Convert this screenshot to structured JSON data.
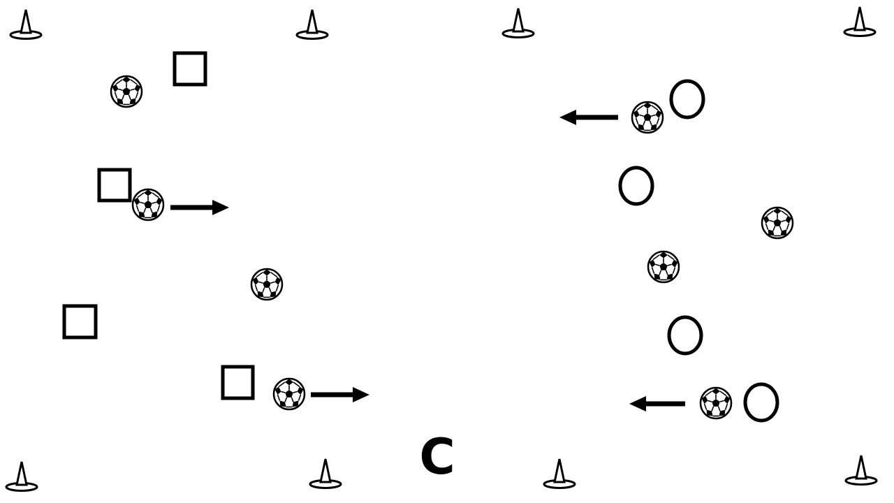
{
  "diagram": {
    "coach_label": "C",
    "colors": {
      "stroke": "#000000",
      "background": "#ffffff"
    },
    "icons": {
      "cone": "cone-icon",
      "ball": "soccer-ball-icon",
      "team_a_player": "square-player-icon",
      "team_b_player": "circle-player-icon",
      "arrow": "arrow-icon"
    },
    "counts": {
      "cones": 8,
      "balls": 8,
      "squares": 4,
      "circles": 4,
      "arrows": 4
    }
  }
}
